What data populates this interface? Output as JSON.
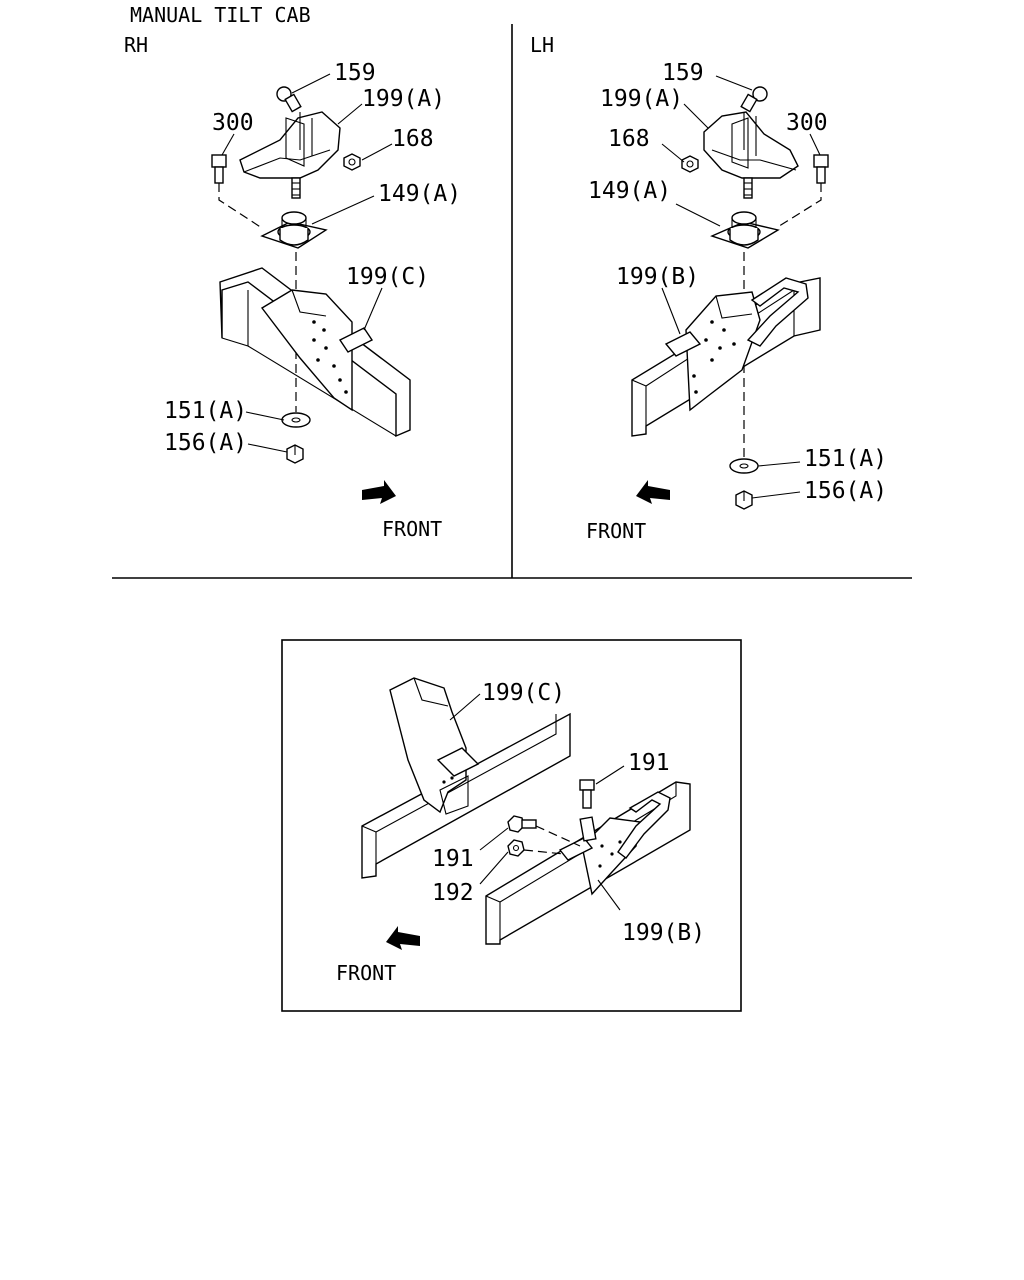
{
  "header": {
    "title": "MANUAL TILT CAB",
    "rh": "RH",
    "lh": "LH"
  },
  "rh": {
    "l159": "159",
    "l199a": "199(A)",
    "l300": "300",
    "l168": "168",
    "l149a": "149(A)",
    "l199c": "199(C)",
    "l151a": "151(A)",
    "l156a": "156(A)",
    "front": "FRONT"
  },
  "lh": {
    "l159": "159",
    "l199a": "199(A)",
    "l300": "300",
    "l168": "168",
    "l149a": "149(A)",
    "l199b": "199(B)",
    "l151a": "151(A)",
    "l156a": "156(A)",
    "front": "FRONT"
  },
  "detail": {
    "l199c": "199(C)",
    "l191a": "191",
    "l191b": "191",
    "l192": "192",
    "l199b": "199(B)",
    "front": "FRONT"
  }
}
